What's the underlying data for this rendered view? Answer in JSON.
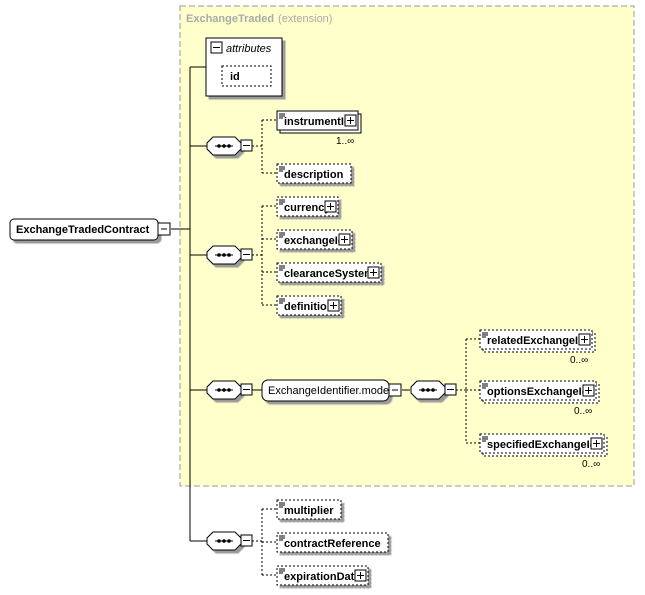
{
  "extension": {
    "base_label": "ExchangeTraded",
    "suffix_label": "(extension)",
    "fill": "#ffffcc",
    "border": "#999999",
    "title_color": "#aaaaaa"
  },
  "root": {
    "label": "ExchangeTradedContract"
  },
  "attributes": {
    "title": "attributes",
    "items": [
      "id"
    ]
  },
  "group1": {
    "elements": [
      {
        "name": "instrumentId",
        "optional": false,
        "expandable": true,
        "multiple": true,
        "cardinality": "1..∞"
      },
      {
        "name": "description",
        "optional": true,
        "expandable": false
      }
    ]
  },
  "group2": {
    "elements": [
      {
        "name": "currency",
        "optional": true,
        "expandable": true
      },
      {
        "name": "exchangeId",
        "optional": true,
        "expandable": true
      },
      {
        "name": "clearanceSystem",
        "optional": true,
        "expandable": true
      },
      {
        "name": "definition",
        "optional": true,
        "expandable": true
      }
    ]
  },
  "group3": {
    "model_label": "ExchangeIdentifier.model",
    "elements": [
      {
        "name": "relatedExchangeId",
        "optional": true,
        "expandable": true,
        "multiple": true,
        "cardinality": "0..∞"
      },
      {
        "name": "optionsExchangeId",
        "optional": true,
        "expandable": true,
        "multiple": true,
        "cardinality": "0..∞"
      },
      {
        "name": "specifiedExchangeId",
        "optional": true,
        "expandable": true,
        "multiple": true,
        "cardinality": "0..∞"
      }
    ]
  },
  "group4": {
    "elements": [
      {
        "name": "multiplier",
        "optional": true,
        "expandable": false
      },
      {
        "name": "contractReference",
        "optional": true,
        "expandable": false
      },
      {
        "name": "expirationDate",
        "optional": true,
        "expandable": true
      }
    ]
  }
}
